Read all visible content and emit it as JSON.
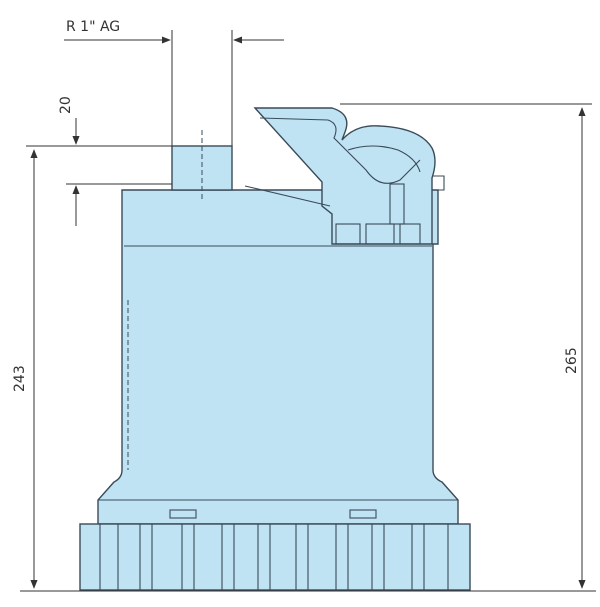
{
  "dimensions": {
    "thread": "R 1\" AG",
    "outlet_height": "20",
    "body_height": "243",
    "total_height": "265"
  },
  "colors": {
    "body_fill": "#bfe3f3",
    "outline": "#3a4b58",
    "dimension_lines": "#333333"
  }
}
